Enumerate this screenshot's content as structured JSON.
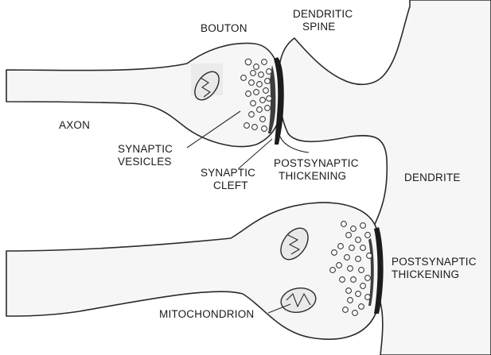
{
  "labels": {
    "bouton": "BOUTON",
    "dendritic_spine_line1": "DENDRITIC",
    "dendritic_spine_line2": "SPINE",
    "axon": "AXON",
    "synaptic_vesicles_line1": "SYNAPTIC",
    "synaptic_vesicles_line2": "VESICLES",
    "synaptic_cleft_line1": "SYNAPTIC",
    "synaptic_cleft_line2": "CLEFT",
    "postsynaptic_thickening_top_line1": "POSTSYNAPTIC",
    "postsynaptic_thickening_top_line2": "THICKENING",
    "dendrite": "DENDRITE",
    "postsynaptic_thickening_bottom_line1": "POSTSYNAPTIC",
    "postsynaptic_thickening_bottom_line2": "THICKENING",
    "mitochondrion": "MITOCHONDRION"
  }
}
